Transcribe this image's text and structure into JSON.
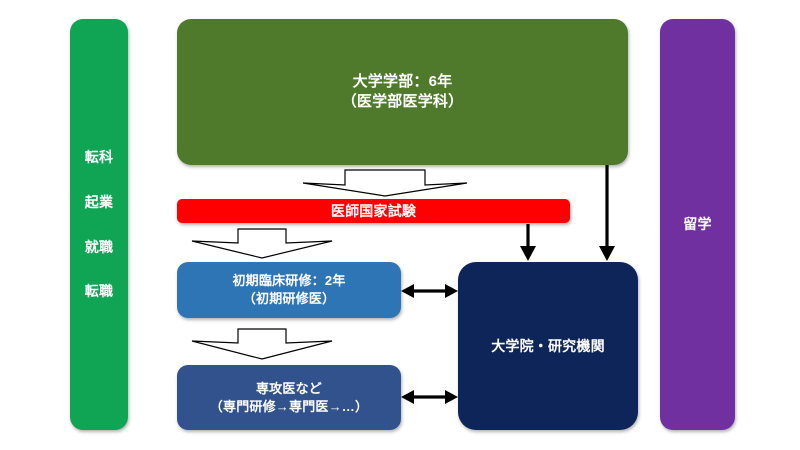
{
  "diagram": {
    "title_visible": false,
    "background_color": "#FFFFFF"
  },
  "left_rail": {
    "name": "alternative-paths-rail",
    "color": "#10A555",
    "items": [
      {
        "label": "転科"
      },
      {
        "label": "起業"
      },
      {
        "label": "就職"
      },
      {
        "label": "転職"
      }
    ]
  },
  "right_rail": {
    "name": "study-abroad-rail",
    "color": "#7030A0",
    "label": "留学"
  },
  "nodes": {
    "university": {
      "label": "大学学部：6年\n（医学部医学科）",
      "color": "#4F7A2B"
    },
    "exam": {
      "label": "医師国家試験",
      "color": "#FF0000"
    },
    "residency": {
      "label": "初期臨床研修：2年\n（初期研修医）",
      "color": "#2E75B6"
    },
    "specialist": {
      "label": "専攻医など\n（専門研修→専門医→…）",
      "color": "#31528D"
    },
    "graduate": {
      "label": "大学院・研究機関",
      "color": "#0E2559"
    }
  },
  "connectors": [
    {
      "name": "arrow-university-to-exam",
      "kind": "block-down-arrow"
    },
    {
      "name": "arrow-exam-to-residency",
      "kind": "block-down-arrow"
    },
    {
      "name": "arrow-residency-to-specialist",
      "kind": "block-down-arrow"
    },
    {
      "name": "arrow-exam-to-graduate",
      "kind": "line-down-arrow"
    },
    {
      "name": "arrow-university-to-graduate",
      "kind": "line-down-arrow"
    },
    {
      "name": "arrow-residency-graduate-bidirectional",
      "kind": "double-headed-arrow"
    },
    {
      "name": "arrow-specialist-graduate-bidirectional",
      "kind": "double-headed-arrow"
    }
  ]
}
